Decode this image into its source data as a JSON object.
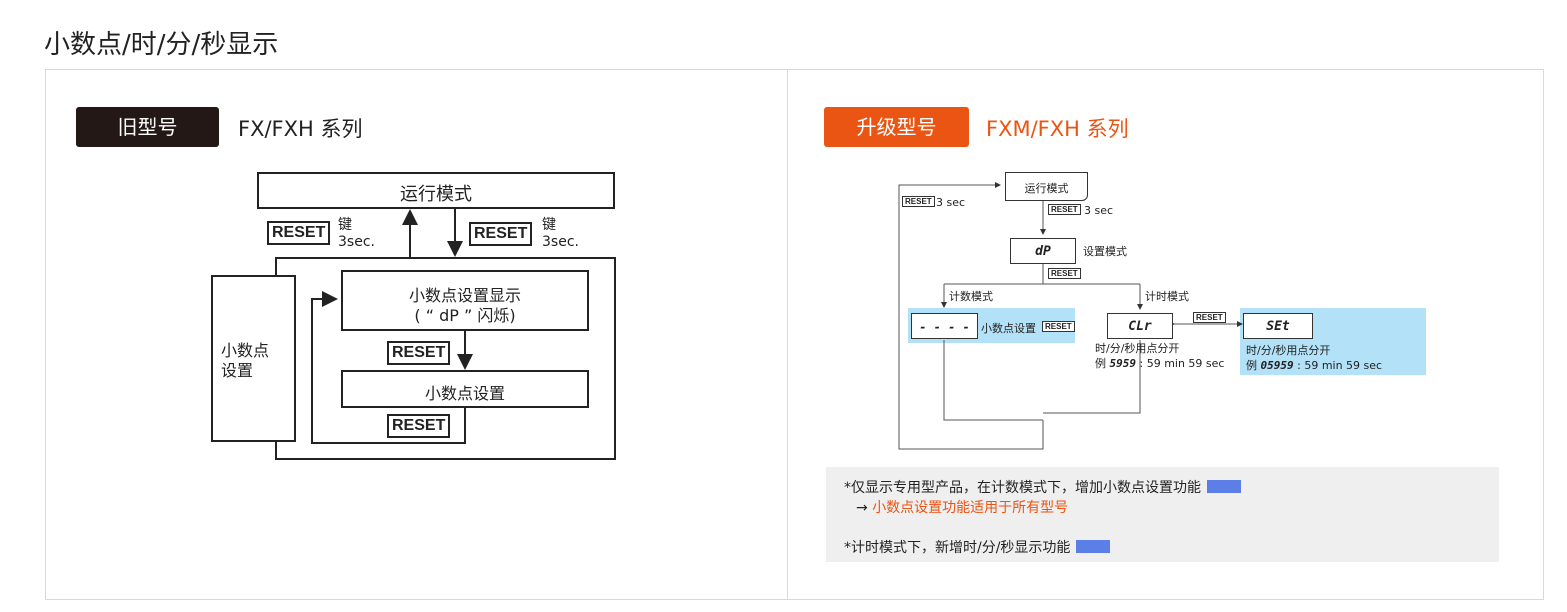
{
  "page_title": "小数点/时/分/秒显示",
  "old": {
    "tag": "旧型号",
    "series": "FX/FXH 系列",
    "run_mode": "运行模式",
    "reset": "RESET",
    "key_label": "键",
    "sec_label": "3sec.",
    "dp_display_line1": "小数点设置显示",
    "dp_display_line2": "( “ dP ” 闪烁)",
    "dp_setting": "小数点设置",
    "side_label_1": "小数点",
    "side_label_2": "设置"
  },
  "new": {
    "tag": "升级型号",
    "series": "FXM/FXH 系列",
    "run_mode": "运行模式",
    "reset": "RESET",
    "reset_3sec": "3 sec",
    "dp_display": "dP",
    "setting_mode": "设置模式",
    "count_mode": "计数模式",
    "time_mode": "计时模式",
    "dashes": "- - - -",
    "dp_setting": "小数点设置",
    "clr": "CLr",
    "set": "SEt",
    "hms_line": "时/分/秒用点分开",
    "example1_prefix": "例",
    "example1_seg": "5959",
    "example1_text": ": 59 min 59 sec",
    "example2_prefix": "例",
    "example2_seg": "05959",
    "example2_text": ": 59 min 59 sec"
  },
  "notes": {
    "line1": "*仅显示专用型产品，在计数模式下，增加小数点设置功能",
    "line2_arrow": "→",
    "line2": "小数点设置功能适用于所有型号",
    "line3": "*计时模式下，新增时/分/秒显示功能",
    "swatch_color": "#5b7fe6",
    "accent_color": "#ea5514"
  }
}
